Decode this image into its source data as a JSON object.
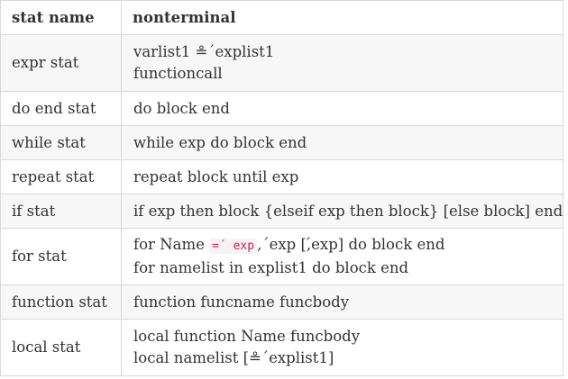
{
  "table": {
    "headers": [
      "stat name",
      "nonterminal"
    ],
    "rows": [
      {
        "name": "expr stat",
        "lines": [
          {
            "text": "varlist1 ≗´explist1"
          },
          {
            "text": "functioncall"
          }
        ]
      },
      {
        "name": "do end stat",
        "lines": [
          {
            "text": "do block end"
          }
        ]
      },
      {
        "name": "while stat",
        "lines": [
          {
            "text": "while exp do block end"
          }
        ]
      },
      {
        "name": "repeat stat",
        "lines": [
          {
            "text": "repeat block until exp"
          }
        ]
      },
      {
        "name": "if stat",
        "lines": [
          {
            "text": "if exp then block {elseif exp then block} [else block] end"
          }
        ]
      },
      {
        "name": "for stat",
        "lines": [
          {
            "pre": "for Name ",
            "code": "=´ exp",
            "post": ",´exp [,́exp] do block end"
          },
          {
            "text": "for namelist in explist1 do block end"
          }
        ]
      },
      {
        "name": "function stat",
        "lines": [
          {
            "text": "function funcname funcbody"
          }
        ]
      },
      {
        "name": "local stat",
        "lines": [
          {
            "text": "local function Name funcbody"
          },
          {
            "text": "local namelist [≗´explist1]"
          }
        ]
      }
    ]
  }
}
